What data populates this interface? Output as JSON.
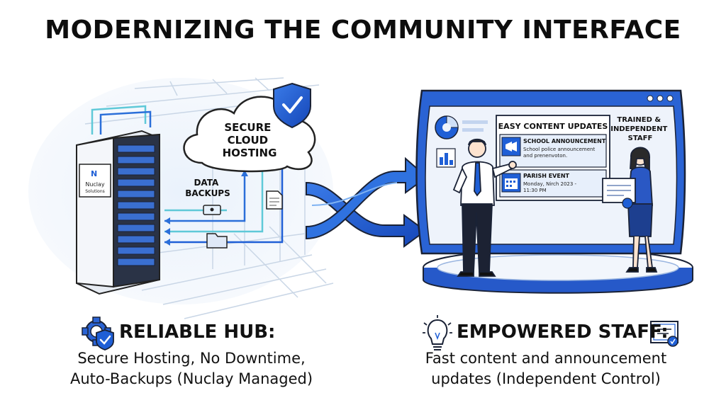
{
  "title": "MODERNIZING THE COMMUNITY INTERFACE",
  "left": {
    "cloud_label": [
      "SECURE",
      "CLOUD",
      "HOSTING"
    ],
    "backups_label": [
      "DATA",
      "BACKUPS"
    ],
    "server_brand": [
      "Nuclay",
      "Solutions"
    ],
    "caption_title": "RELIABLE HUB:",
    "caption_lines": [
      "Secure Hosting, No Downtime,",
      "Auto-Backups (Nuclay Managed)"
    ]
  },
  "right": {
    "panel_title": "EASY CONTENT UPDATES",
    "item1_title": "SCHOOL ANNOUNCEMENT",
    "item1_text": [
      "School police announcement",
      "and prenenvoton."
    ],
    "item2_title": "PARISH EVENT",
    "item2_text": [
      "Monday, Nirch 2023 -",
      "11:30 PM"
    ],
    "staff_label": [
      "TRAINED &",
      "INDEPENDENT",
      "STAFF"
    ],
    "caption_title": "EMPOWERED STAFF:",
    "caption_lines": [
      "Fast content and announcement",
      "updates (Independent Control)"
    ]
  },
  "icons": [
    "shield-check-icon",
    "gear-shield-icon",
    "lightbulb-icon",
    "certificate-icon",
    "megaphone-icon",
    "calendar-icon",
    "document-icon",
    "folder-icon",
    "lock-icon"
  ],
  "colors": {
    "accent": "#1f5fd6",
    "accent_light": "#cfe0f7",
    "arrow_light": "#5fc9d8"
  }
}
